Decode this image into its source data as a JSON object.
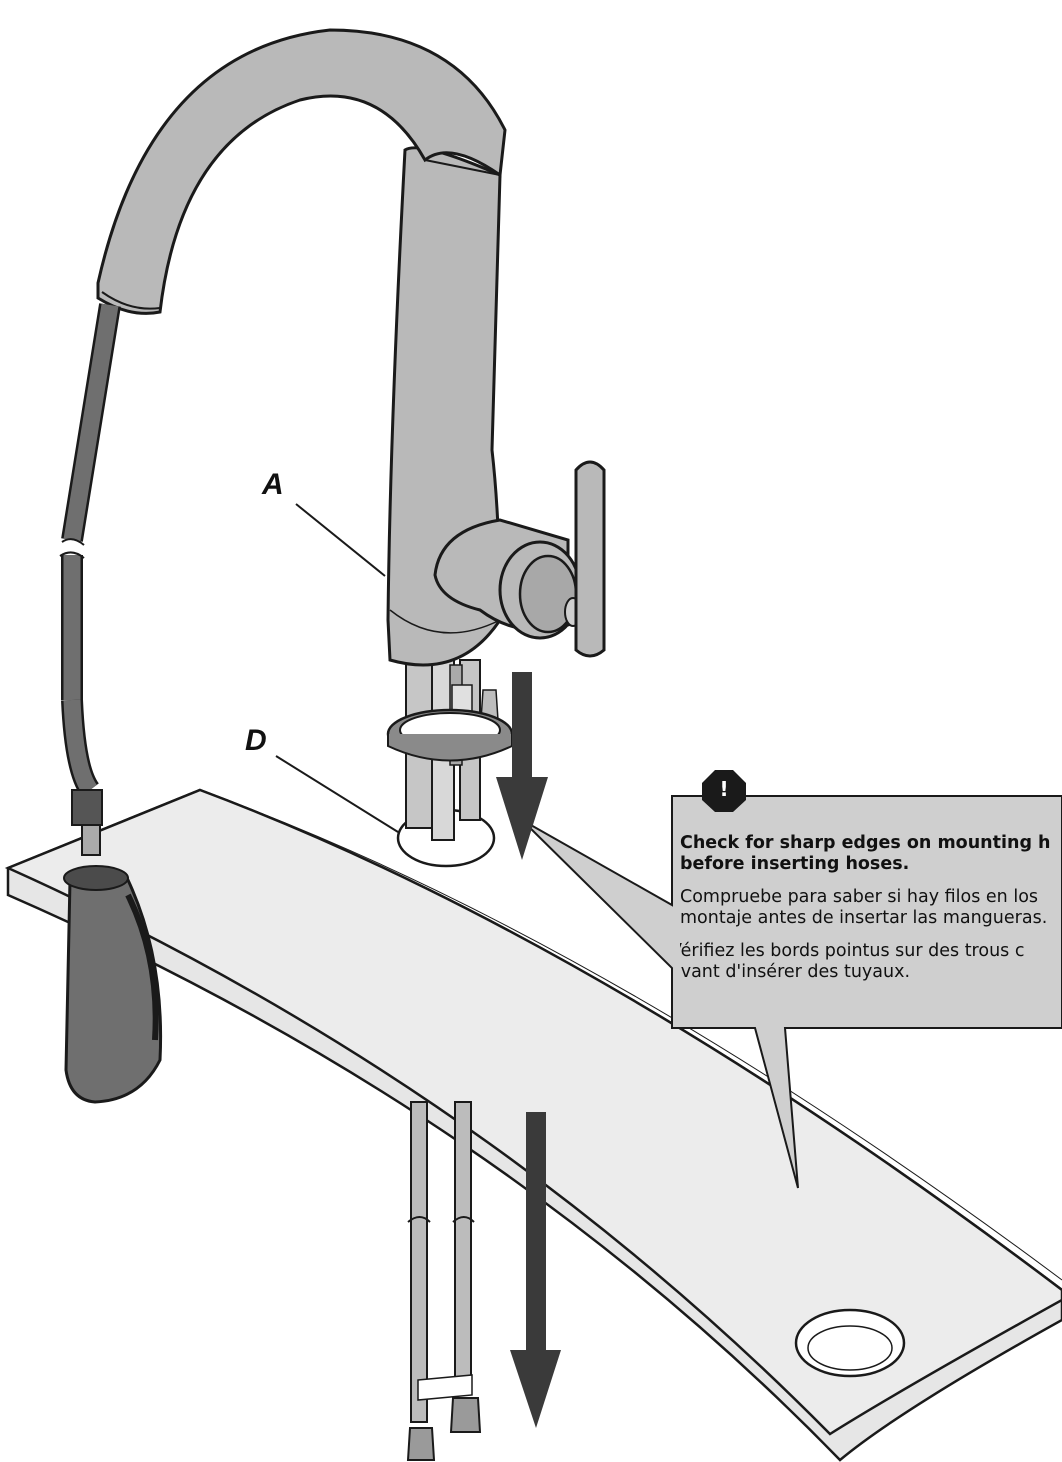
{
  "labels": {
    "a": "A",
    "d": "D"
  },
  "warning": {
    "icon": "warning-exclamation-icon",
    "mark": "!",
    "english": "Check for sharp edges on mounting h\nbefore inserting hoses.",
    "spanish": "Compruebe para saber si hay filos en los\nmontaje antes de insertar las mangueras.",
    "french": "Vérifiez les bords pointus sur des trous c\navant d'insérer des tuyaux."
  },
  "colors": {
    "faucet": "#b9b9b9",
    "deckplate": "#ececec",
    "callout": "#cfcfcf",
    "arrow": "#3a3a3a",
    "outline": "#1a1a1a"
  }
}
